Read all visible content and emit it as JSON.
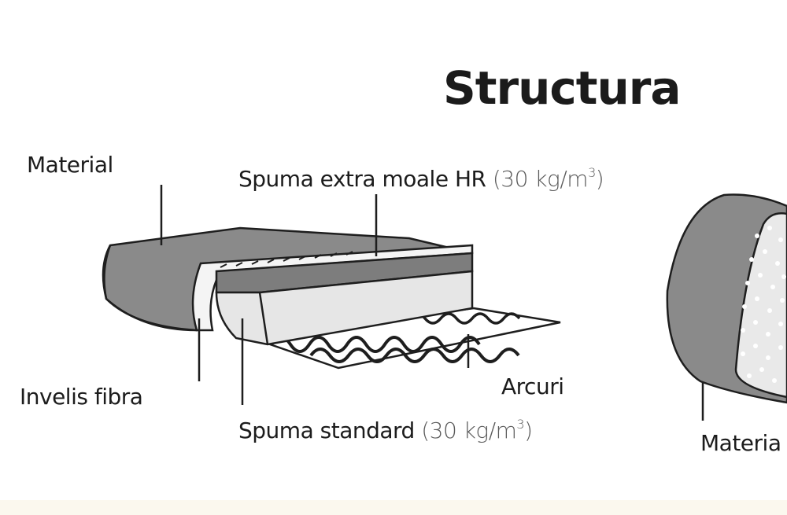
{
  "title": "Structura",
  "labels": {
    "material": "Material",
    "spuma_hr_name": "Spuma extra moale HR",
    "spuma_hr_density": "(30 kg/m",
    "spuma_hr_density_exp": "3",
    "spuma_hr_density_close": ")",
    "invelis": "Invelis fibra",
    "arcuri": "Arcuri",
    "spuma_std_name": "Spuma standard",
    "spuma_std_density": "(30 kg/m",
    "spuma_std_density_exp": "3",
    "spuma_std_density_close": ")",
    "material_right": "Materia"
  },
  "colors": {
    "fabric": "#8a8a8a",
    "fabric_dark": "#6f6f6f",
    "foam_hr": "#7d7d7d",
    "foam_std": "#e6e6e6",
    "fibre": "#f4f4f4",
    "springs": "#ffffff",
    "outline": "#1e1e1e"
  }
}
